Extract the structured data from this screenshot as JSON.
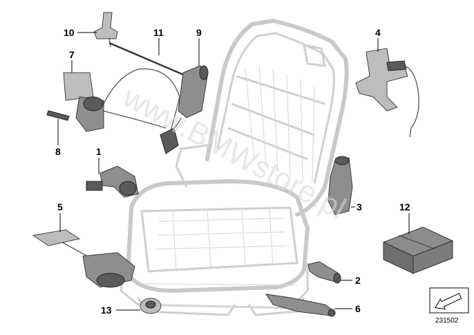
{
  "callouts": {
    "c1": "1",
    "c2": "2",
    "c3": "3",
    "c4": "4",
    "c5": "5",
    "c6": "6",
    "c7": "7",
    "c8": "8",
    "c9": "9",
    "c10": "10",
    "c11": "11",
    "c12": "12",
    "c13": "13"
  },
  "watermark": "www.BMWstore.pl",
  "diagram_number": "231502"
}
